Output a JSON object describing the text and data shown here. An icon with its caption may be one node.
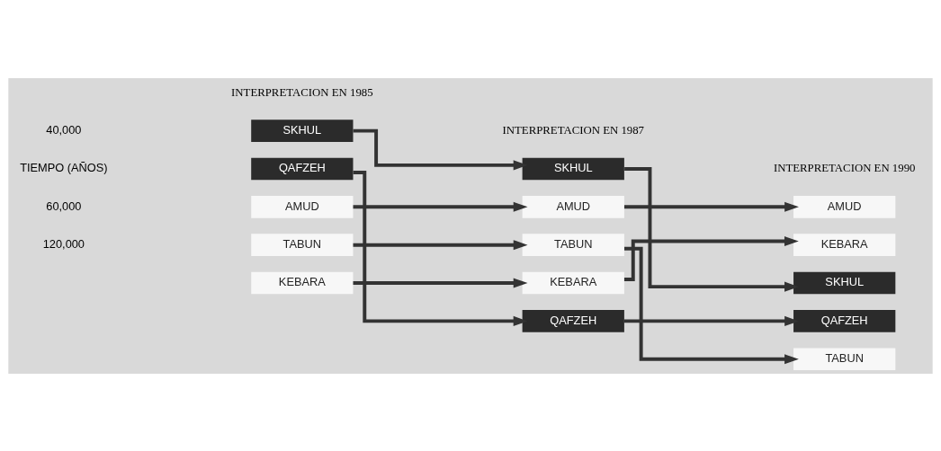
{
  "diagram": {
    "nodes": [
      {
        "text": [
          "SKHUL"
        ]
      },
      {
        "text": [
          "QAFZEH"
        ]
      },
      {
        "text": [
          "AMUD"
        ]
      },
      {
        "text": [
          "TABUN"
        ]
      },
      {
        "text": [
          "KEBARA"
        ]
      },
      {
        "text": [
          "SKHUL"
        ]
      },
      {
        "text": [
          "AMUD"
        ]
      },
      {
        "text": [
          "TABUN"
        ]
      },
      {
        "text": [
          "KEBARA"
        ]
      },
      {
        "text": [
          "QAFZEH"
        ]
      },
      {
        "text": [
          "AMUD"
        ]
      },
      {
        "text": [
          "KEBARA"
        ]
      },
      {
        "text": [
          "SKHUL"
        ]
      },
      {
        "text": [
          "QAFZEH"
        ]
      },
      {
        "text": [
          "TABUN"
        ]
      }
    ],
    "edges": [
      {
        "from": 0,
        "to": 5,
        "arrow": "to"
      },
      {
        "from": 1,
        "to": 9,
        "arrow": "to"
      },
      {
        "from": 2,
        "to": 6,
        "arrow": "to"
      },
      {
        "from": 3,
        "to": 7,
        "arrow": "to"
      },
      {
        "from": 4,
        "to": 8,
        "arrow": "to"
      },
      {
        "from": 5,
        "to": 12,
        "arrow": "to"
      },
      {
        "from": 6,
        "to": 10,
        "arrow": "to"
      },
      {
        "from": 7,
        "to": 14,
        "arrow": "to"
      },
      {
        "from": 8,
        "to": 11,
        "arrow": "to"
      },
      {
        "from": 9,
        "to": 13,
        "arrow": "to"
      }
    ],
    "labels": [
      "INTERPRETACION EN 1985",
      "INTERPRETACION EN 1987",
      "INTERPRETACION EN 1990",
      "40,000",
      "TIEMPO (AÑOS)",
      "60,000",
      "120,000"
    ]
  }
}
